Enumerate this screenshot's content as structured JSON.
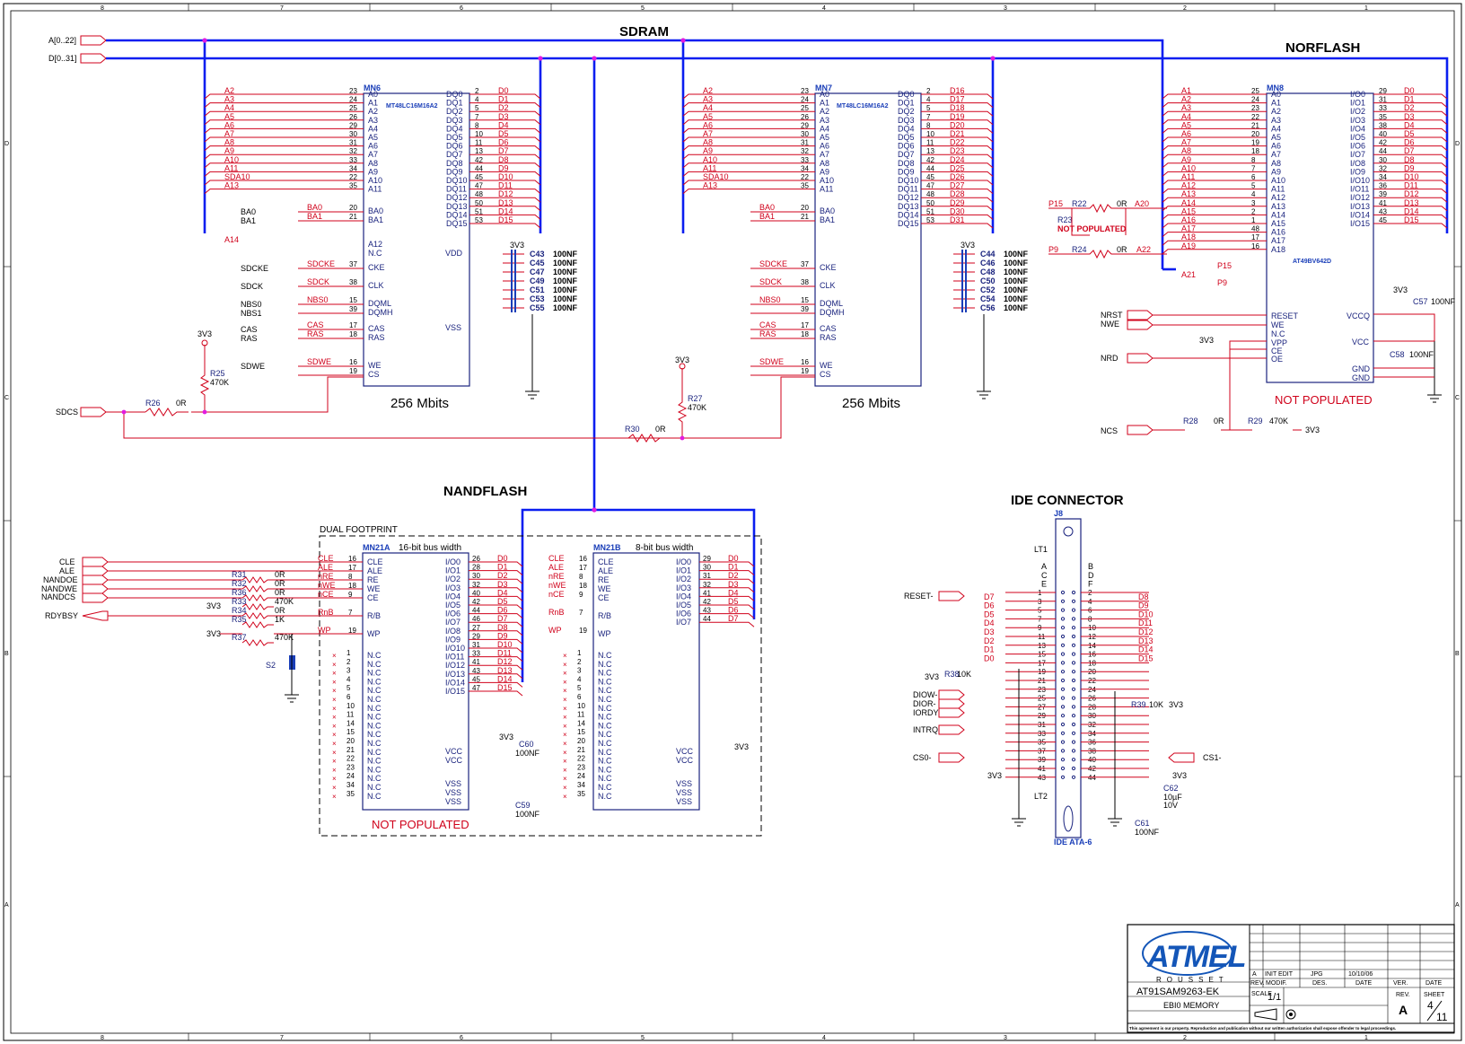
{
  "sheet": {
    "col_labels": [
      "8",
      "7",
      "6",
      "5",
      "4",
      "3",
      "2",
      "1"
    ],
    "row_labels": [
      "D",
      "C",
      "B",
      "A"
    ]
  },
  "sections": {
    "sdram": "SDRAM",
    "norflash": "NORFLASH",
    "nandflash": "NANDFLASH",
    "ide": "IDE CONNECTOR"
  },
  "buses": {
    "addr": "A[0..22]",
    "data": "D[0..31]"
  },
  "chips": {
    "mn6": {
      "ref": "MN6",
      "part": "MT48LC16M16A2",
      "size": "256 Mbits"
    },
    "mn7": {
      "ref": "MN7",
      "part": "MT48LC16M16A2",
      "size": "256 Mbits"
    },
    "mn8": {
      "ref": "MN8",
      "part": "AT49BV642D",
      "note": "NOT POPULATED"
    },
    "mn21a": {
      "ref": "MN21A",
      "bus": "16-bit bus width",
      "note": "NOT POPULATED"
    },
    "mn21b": {
      "ref": "MN21B",
      "bus": "8-bit bus width"
    },
    "j8": {
      "ref": "J8",
      "part": "IDE ATA-6"
    },
    "dual": "DUAL FOOTPRINT"
  },
  "mn6_left_pins": [
    {
      "net": "A2",
      "num": "23",
      "name": "A0"
    },
    {
      "net": "A3",
      "num": "24",
      "name": "A1"
    },
    {
      "net": "A4",
      "num": "25",
      "name": "A2"
    },
    {
      "net": "A5",
      "num": "26",
      "name": "A3"
    },
    {
      "net": "A6",
      "num": "29",
      "name": "A4"
    },
    {
      "net": "A7",
      "num": "30",
      "name": "A5"
    },
    {
      "net": "A8",
      "num": "31",
      "name": "A6"
    },
    {
      "net": "A9",
      "num": "32",
      "name": "A7"
    },
    {
      "net": "A10",
      "num": "33",
      "name": "A8"
    },
    {
      "net": "A11",
      "num": "34",
      "name": "A9"
    },
    {
      "net": "SDA10",
      "num": "22",
      "name": "A10"
    },
    {
      "net": "A13",
      "num": "35",
      "name": "A11"
    }
  ],
  "mn6_right_pins": [
    {
      "name": "DQ0",
      "num": "2",
      "net": "D0"
    },
    {
      "name": "DQ1",
      "num": "4",
      "net": "D1"
    },
    {
      "name": "DQ2",
      "num": "5",
      "net": "D2"
    },
    {
      "name": "DQ3",
      "num": "7",
      "net": "D3"
    },
    {
      "name": "DQ4",
      "num": "8",
      "net": "D4"
    },
    {
      "name": "DQ5",
      "num": "10",
      "net": "D5"
    },
    {
      "name": "DQ6",
      "num": "11",
      "net": "D6"
    },
    {
      "name": "DQ7",
      "num": "13",
      "net": "D7"
    },
    {
      "name": "DQ8",
      "num": "42",
      "net": "D8"
    },
    {
      "name": "DQ9",
      "num": "44",
      "net": "D9"
    },
    {
      "name": "DQ10",
      "num": "45",
      "net": "D10"
    },
    {
      "name": "DQ11",
      "num": "47",
      "net": "D11"
    },
    {
      "name": "DQ12",
      "num": "48",
      "net": "D12"
    },
    {
      "name": "DQ13",
      "num": "50",
      "net": "D13"
    },
    {
      "name": "DQ14",
      "num": "51",
      "net": "D14"
    },
    {
      "name": "DQ15",
      "num": "53",
      "net": "D15"
    }
  ],
  "mn7_right_pins": [
    {
      "name": "DQ0",
      "num": "2",
      "net": "D16"
    },
    {
      "name": "DQ1",
      "num": "4",
      "net": "D17"
    },
    {
      "name": "DQ2",
      "num": "5",
      "net": "D18"
    },
    {
      "name": "DQ3",
      "num": "7",
      "net": "D19"
    },
    {
      "name": "DQ4",
      "num": "8",
      "net": "D20"
    },
    {
      "name": "DQ5",
      "num": "10",
      "net": "D21"
    },
    {
      "name": "DQ6",
      "num": "11",
      "net": "D22"
    },
    {
      "name": "DQ7",
      "num": "13",
      "net": "D23"
    },
    {
      "name": "DQ8",
      "num": "42",
      "net": "D24"
    },
    {
      "name": "DQ9",
      "num": "44",
      "net": "D25"
    },
    {
      "name": "DQ10",
      "num": "45",
      "net": "D26"
    },
    {
      "name": "DQ11",
      "num": "47",
      "net": "D27"
    },
    {
      "name": "DQ12",
      "num": "48",
      "net": "D28"
    },
    {
      "name": "DQ13",
      "num": "50",
      "net": "D29"
    },
    {
      "name": "DQ14",
      "num": "51",
      "net": "D30"
    },
    {
      "name": "DQ15",
      "num": "53",
      "net": "D31"
    }
  ],
  "sdram_ctrl": [
    {
      "sig": "BA0",
      "net": "BA0",
      "num": "20",
      "name": "BA0"
    },
    {
      "sig": "BA1",
      "net": "BA1",
      "num": "21",
      "name": "BA1"
    },
    {
      "sig": "SDCKE",
      "net": "SDCKE",
      "num": "37",
      "name": "CKE"
    },
    {
      "sig": "SDCK",
      "net": "SDCK",
      "num": "38",
      "name": "CLK"
    },
    {
      "sig": "NBS0",
      "net": "NBS0",
      "num": "15",
      "name": "DQML"
    },
    {
      "sig": "NBS1",
      "net": "",
      "num": "39",
      "name": "DQMH"
    },
    {
      "sig": "CAS",
      "net": "CAS",
      "num": "17",
      "name": "CAS"
    },
    {
      "sig": "RAS",
      "net": "RAS",
      "num": "18",
      "name": "RAS"
    },
    {
      "sig": "SDWE",
      "net": "SDWE",
      "num": "16",
      "name": "WE"
    },
    {
      "sig": "",
      "net": "",
      "num": "19",
      "name": "CS"
    }
  ],
  "caps_mn6": [
    "C43",
    "C45",
    "C47",
    "C49",
    "C51",
    "C53",
    "C55"
  ],
  "caps_mn7": [
    "C44",
    "C46",
    "C48",
    "C50",
    "C52",
    "C54",
    "C56"
  ],
  "cap_value": "100NF",
  "power": "3V3",
  "resistors": {
    "r25": "R25",
    "r25v": "470K",
    "r26": "R26",
    "r26v": "0R",
    "r27": "R27",
    "r27v": "470K",
    "r30": "R30",
    "r30v": "0R",
    "r22": "R22",
    "r22v": "0R",
    "r23": "R23",
    "r23v": "NOT POPULATED",
    "r24": "R24",
    "r24v": "0R",
    "r28": "R28",
    "r28v": "0R",
    "r29": "R29",
    "r29v": "470K",
    "r38": "R38",
    "r38v": "10K",
    "r39": "R39",
    "r39v": "10K"
  },
  "nor_ctrl": [
    "NRST",
    "NWE",
    "NRD",
    "NCS"
  ],
  "nor_misc": {
    "p15": "P15",
    "p9": "P9",
    "a20": "A20",
    "a22": "A22",
    "a21": "A21",
    "c57": "C57",
    "c58": "C58",
    "s2": "S2"
  },
  "nand_signals": [
    "CLE",
    "ALE",
    "NANDOE",
    "NANDWE",
    "NANDCS",
    "RDYBSY"
  ],
  "nand_res": [
    {
      "ref": "R31",
      "val": "0R"
    },
    {
      "ref": "R32",
      "val": "0R"
    },
    {
      "ref": "R36",
      "val": "0R"
    },
    {
      "ref": "R33",
      "val": "470K"
    },
    {
      "ref": "R34",
      "val": "0R"
    },
    {
      "ref": "R35",
      "val": "1K"
    },
    {
      "ref": "R37",
      "val": "470K"
    }
  ],
  "nand_caps": {
    "c59": "C59",
    "c60": "C60"
  },
  "ide_signals": {
    "reset": "RESET-",
    "diow": "DIOW-",
    "dior": "DIOR-",
    "iordy": "IORDY",
    "intrq": "INTRQ",
    "cs0": "CS0-",
    "cs1": "CS1-"
  },
  "ide_caps": {
    "c61": "C61",
    "c61v": "100NF",
    "c62": "C62",
    "c62v": "10µF",
    "c62v2": "10V"
  },
  "title_block": {
    "company": "ROUSSET",
    "board": "AT91SAM9263-EK",
    "sheet_title": "EBI0 MEMORY",
    "rev_row": [
      "A",
      "INIT EDIT",
      "JPG",
      "10/10/06"
    ],
    "headers": [
      "REV.",
      "MODIF.",
      "DES.",
      "DATE",
      "VER.",
      "DATE"
    ],
    "scale_label": "SCALE",
    "scale": "1/1",
    "rev_label": "REV.",
    "rev": "A",
    "sheet_label": "SHEET",
    "sheet_num": "4",
    "sheet_total": "11",
    "notice": "This agreement is our property. Reproduction and publication without our written authorization shall expose offender to legal proceedings."
  }
}
